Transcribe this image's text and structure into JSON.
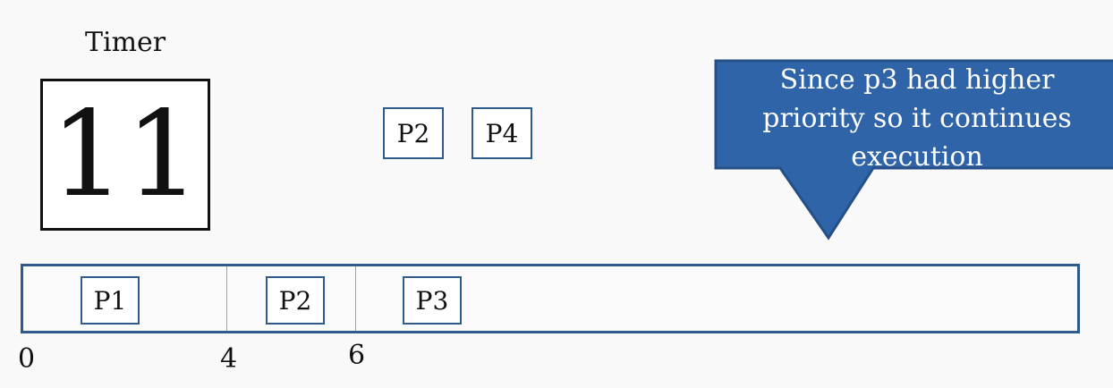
{
  "timer": {
    "label": "Timer",
    "value": "11"
  },
  "waiting_queue": [
    "P2",
    "P4"
  ],
  "gantt": {
    "blocks": [
      "P1",
      "P2",
      "P3"
    ],
    "ticks": [
      "0",
      "4",
      "6"
    ]
  },
  "callout": {
    "lines": [
      "Since p3 had higher",
      "priority so it continues",
      "execution"
    ]
  },
  "colors": {
    "accent": "#2f5a8c",
    "callout_fill": "#2f64a8"
  }
}
